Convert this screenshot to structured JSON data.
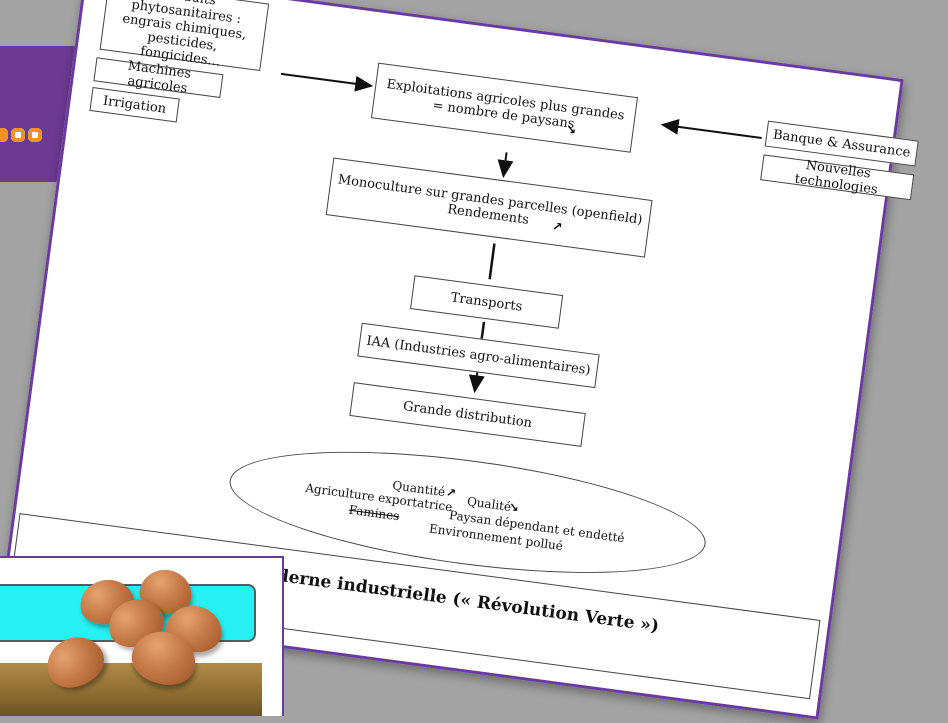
{
  "colors": {
    "purple": "#6c3a91",
    "orange": "#f39220",
    "cyan": "#27f0f2",
    "gray": "#a3a3a3"
  },
  "diagram": {
    "left_box_1": "Produits phytosanitaires :\nengrais chimiques,\npesticides, fongicides…",
    "left_box_2": "Machines agricoles",
    "left_box_3": "Irrigation",
    "center_box": "Exploitations agricoles plus grandes\n= nombre de paysans",
    "right_box_1": "Banque & Assurance",
    "right_box_2": "Nouvelles technologies",
    "monoculture": "Monoculture sur grandes parcelles (openfield)\nRendements",
    "transports": "Transports",
    "iaa": "IAA (Industries agro-alimentaires)",
    "distribution": "Grande distribution",
    "arrow_down_symbol": "↘",
    "arrow_up_symbol": "↗",
    "ellipse": {
      "quantite": "Quantité",
      "qualite": "Qualité",
      "agriculture": "Agriculture exportatrice",
      "famines": "Famines",
      "paysan": "Paysan dépendant et endetté",
      "environnement": "Environnement pollué"
    },
    "footer_title": "ure moderne industrielle (« Révolution Verte »)"
  },
  "icons": [
    "egg-photo"
  ]
}
